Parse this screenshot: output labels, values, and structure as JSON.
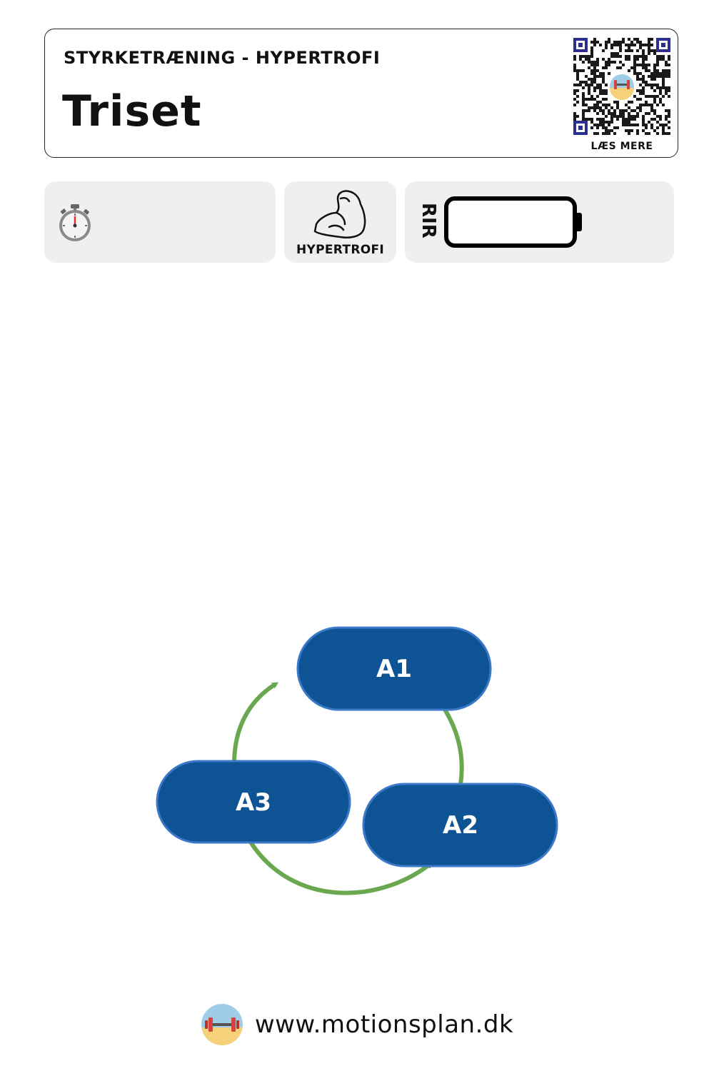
{
  "header": {
    "category": "STYRKETRÆNING - HYPERTROFI",
    "title": "Triset",
    "qr_caption": "LÆS MERE"
  },
  "info": {
    "timer_icon": "stopwatch-icon",
    "focus_icon": "flexed-biceps-icon",
    "focus_label": "HYPERTROFI",
    "rir_label": "RIR",
    "rir_icon": "empty-battery-icon"
  },
  "cycle": {
    "nodes": [
      "A1",
      "A2",
      "A3"
    ],
    "node_color": "#0e5394",
    "node_border": "#3c78c9",
    "arrow_color": "#6aa84f"
  },
  "footer": {
    "logo_icon": "dumbbell-beach-logo",
    "url": "www.motionsplan.dk"
  }
}
